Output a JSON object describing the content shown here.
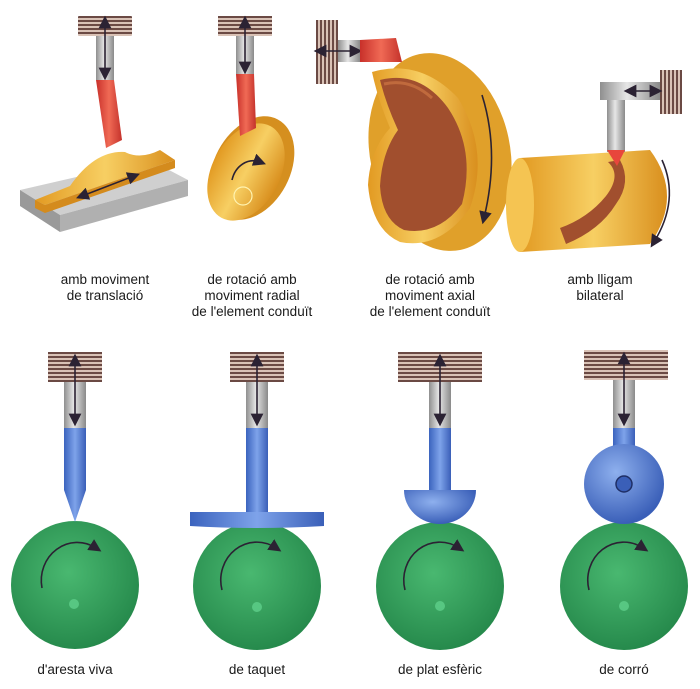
{
  "colors": {
    "guide_dark": "#6b4a44",
    "guide_light": "#d9c2b6",
    "rod": "#bdbdbd",
    "follower_red": "#e8463c",
    "cam_yellow": "#f2b437",
    "cam_brown": "#a14f2e",
    "follower_blue": "#4f79d2",
    "cam_green": "#2f9e5a",
    "base_gray": "#b7b7b7"
  },
  "top_row": [
    {
      "icon": "translating-cam-icon",
      "lines": [
        "amb moviment",
        "de translació"
      ]
    },
    {
      "icon": "radial-disc-cam-icon",
      "lines": [
        "de rotació amb",
        "moviment radial",
        "de l'element conduït"
      ]
    },
    {
      "icon": "axial-face-cam-icon",
      "lines": [
        "de rotació amb",
        "moviment axial",
        "de l'element conduït"
      ]
    },
    {
      "icon": "cylindrical-cam-icon",
      "lines": [
        "amb lligam",
        "bilateral"
      ]
    }
  ],
  "bottom_row": [
    {
      "icon": "knife-edge-follower-icon",
      "label": "d'aresta viva"
    },
    {
      "icon": "flat-faced-follower-icon",
      "label": "de taquet"
    },
    {
      "icon": "spherical-follower-icon",
      "label": "de plat esfèric"
    },
    {
      "icon": "roller-follower-icon",
      "label": "de corró"
    }
  ]
}
